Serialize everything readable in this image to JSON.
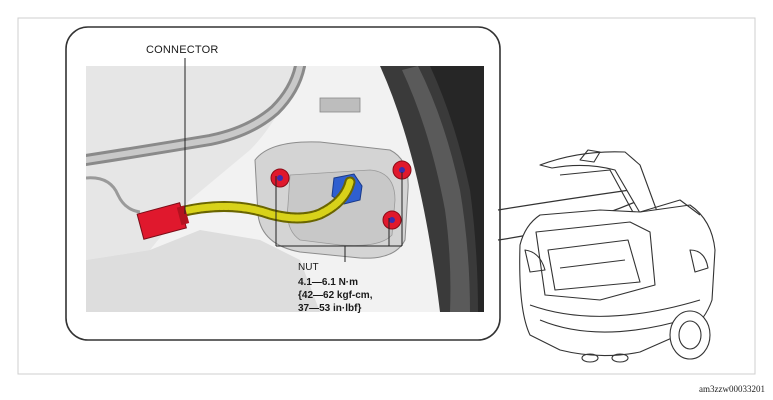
{
  "labels": {
    "connector": "CONNECTOR",
    "nut": "NUT",
    "torque_lines": [
      "4.1—6.1 N·m",
      "{42—62 kgf-cm,",
      "37—53 in·lbf}"
    ]
  },
  "reference_code": "am3zzw00033201",
  "colors": {
    "nut_marker": "#e0182d",
    "connector": "#e0182d",
    "harness": "#d8d21a",
    "bracket": "#2f5fd0",
    "outline": "#333333",
    "panel_fill": "#e9e9e9"
  }
}
